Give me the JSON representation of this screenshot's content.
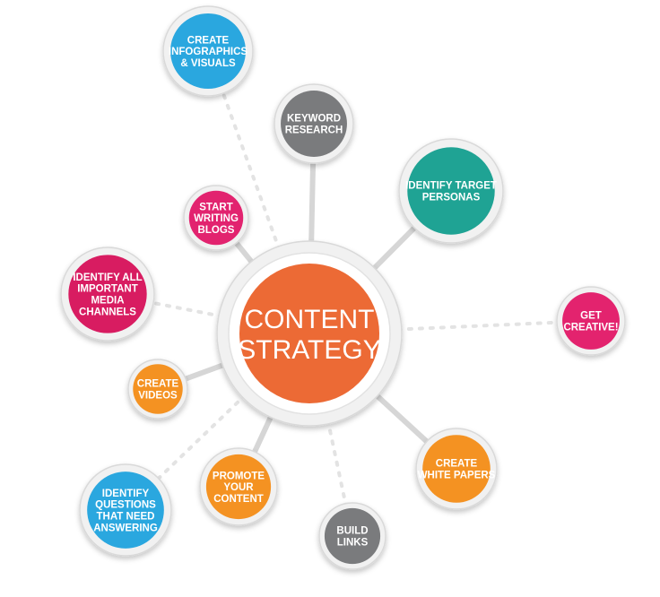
{
  "center": {
    "lines": [
      "CONTENT",
      "STRATEGY"
    ],
    "color": "#ec6a35"
  },
  "nodes": [
    {
      "id": "create-infographics",
      "lines": [
        "CREATE",
        "INFOGRAPHICS",
        "& VISUALS"
      ],
      "color": "#2aa7df"
    },
    {
      "id": "keyword-research",
      "lines": [
        "KEYWORD",
        "RESEARCH"
      ],
      "color": "#7a7b7d"
    },
    {
      "id": "identify-target-personas",
      "lines": [
        "IDENTIFY TARGET",
        "PERSONAS"
      ],
      "color": "#1fa394"
    },
    {
      "id": "start-writing-blogs",
      "lines": [
        "START",
        "WRITING",
        "BLOGS"
      ],
      "color": "#e2236f"
    },
    {
      "id": "identify-media-channels",
      "lines": [
        "IDENTIFY ALL",
        "IMPORTANT",
        "MEDIA",
        "CHANNELS"
      ],
      "color": "#d81c61"
    },
    {
      "id": "get-creative",
      "lines": [
        "GET",
        "CREATIVE!"
      ],
      "color": "#e3236e"
    },
    {
      "id": "create-videos",
      "lines": [
        "CREATE",
        "VIDEOS"
      ],
      "color": "#f49222"
    },
    {
      "id": "create-white-papers",
      "lines": [
        "CREATE",
        "WHITE PAPERS"
      ],
      "color": "#f49222"
    },
    {
      "id": "promote-your-content",
      "lines": [
        "PROMOTE",
        "YOUR",
        "CONTENT"
      ],
      "color": "#f49222"
    },
    {
      "id": "identify-questions",
      "lines": [
        "IDENTIFY",
        "QUESTIONS",
        "THAT NEED",
        "ANSWERING"
      ],
      "color": "#2aa7df"
    },
    {
      "id": "build-links",
      "lines": [
        "BUILD",
        "LINKS"
      ],
      "color": "#7a7b7d"
    }
  ]
}
